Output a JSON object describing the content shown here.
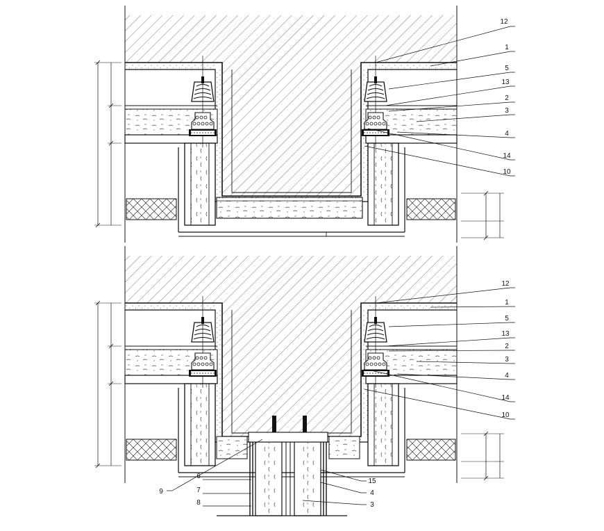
{
  "drawing": {
    "colors": {
      "line": "#1a1a1a",
      "hatch": "#555555",
      "insulation": "#444444",
      "background": "#ffffff"
    },
    "top_detail": {
      "callouts_right": [
        "12",
        "1",
        "5",
        "13",
        "2",
        "3",
        "4",
        "14",
        "10"
      ]
    },
    "bottom_detail": {
      "callouts_right": [
        "12",
        "1",
        "5",
        "13",
        "2",
        "3",
        "4",
        "14",
        "10"
      ],
      "callouts_lower_left": [
        "9",
        "6",
        "7",
        "8"
      ],
      "callouts_lower_right": [
        "15",
        "4",
        "3"
      ]
    }
  }
}
